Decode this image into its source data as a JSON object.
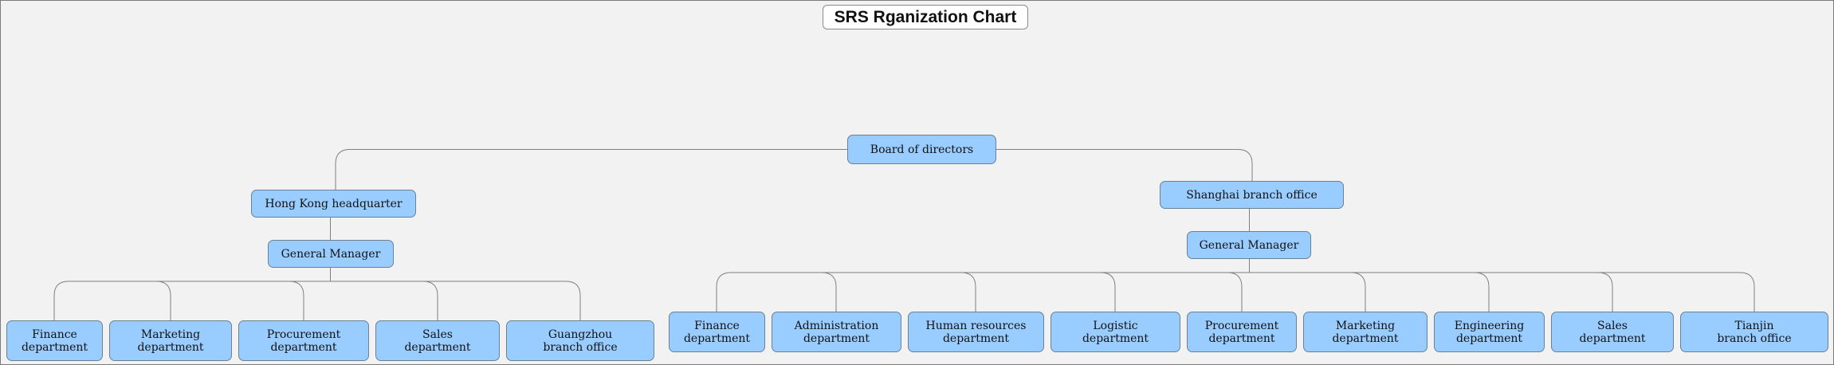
{
  "title": "SRS Rganization Chart",
  "colors": {
    "node_fill": "#99ccff",
    "node_border": "#6b7f95",
    "line": "#7f7f7f",
    "background": "#f2f2f2"
  },
  "root": "Board of directors",
  "hk": {
    "name": "Hong Kong headquarter",
    "manager": "General Manager",
    "departments": [
      "Finance\ndepartment",
      "Marketing\ndepartment",
      "Procurement\ndepartment",
      "Sales\ndepartment",
      "Guangzhou\nbranch office"
    ]
  },
  "sh": {
    "name": "Shanghai branch office",
    "manager": "General Manager",
    "departments": [
      "Finance\ndepartment",
      "Administration\ndepartment",
      "Human resources\ndepartment",
      "Logistic\ndepartment",
      "Procurement\ndepartment",
      "Marketing\ndepartment",
      "Engineering\ndepartment",
      "Sales\ndepartment",
      "Tianjin\nbranch office"
    ]
  }
}
